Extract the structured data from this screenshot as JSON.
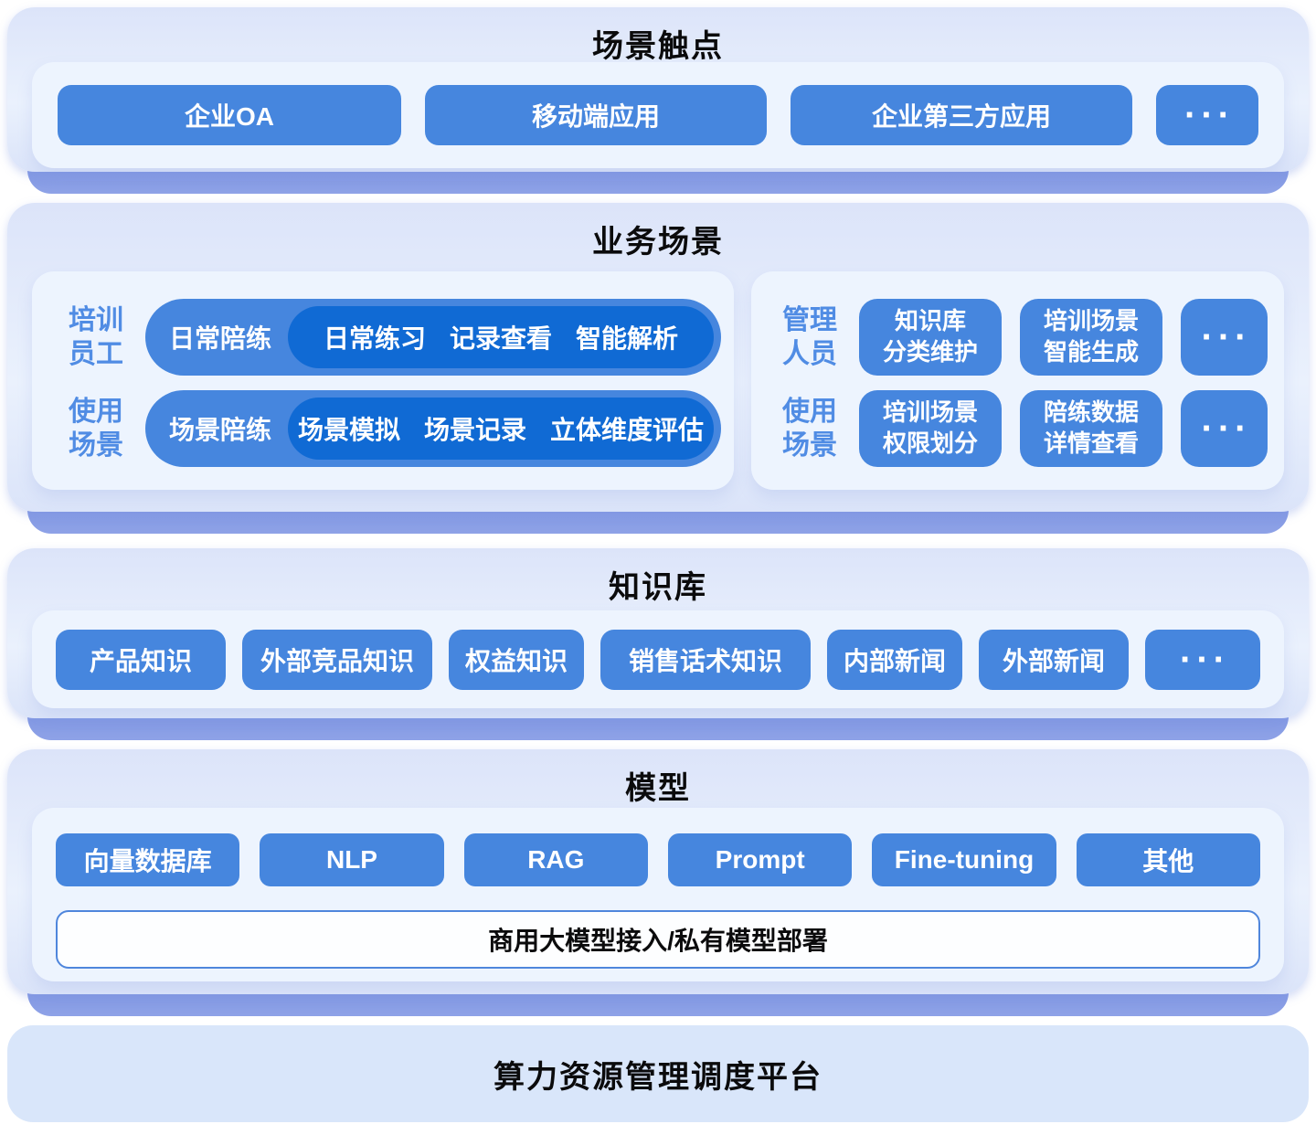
{
  "layer1": {
    "title": "场景触点",
    "buttons": [
      "企业OA",
      "移动端应用",
      "企业第三方应用",
      "···"
    ]
  },
  "layer2": {
    "title": "业务场景",
    "left": {
      "row1": {
        "label1": "培训",
        "label2": "员工",
        "pill": "日常陪练",
        "items": [
          "日常练习",
          "记录查看",
          "智能解析"
        ]
      },
      "row2": {
        "label1": "使用",
        "label2": "场景",
        "pill": "场景陪练",
        "items": [
          "场景模拟",
          "场景记录",
          "立体维度评估"
        ]
      }
    },
    "right": {
      "row1": {
        "label1": "管理",
        "label2": "人员",
        "btn1": [
          "知识库",
          "分类维护"
        ],
        "btn2": [
          "培训场景",
          "智能生成"
        ],
        "more": "···"
      },
      "row2": {
        "label1": "使用",
        "label2": "场景",
        "btn1": [
          "培训场景",
          "权限划分"
        ],
        "btn2": [
          "陪练数据",
          "详情查看"
        ],
        "more": "···"
      }
    }
  },
  "layer3": {
    "title": "知识库",
    "buttons": [
      "产品知识",
      "外部竞品知识",
      "权益知识",
      "销售话术知识",
      "内部新闻",
      "外部新闻",
      "···"
    ]
  },
  "layer4": {
    "title": "模型",
    "buttons": [
      "向量数据库",
      "NLP",
      "RAG",
      "Prompt",
      "Fine-tuning",
      "其他"
    ],
    "bar": "商用大模型接入/私有模型部署"
  },
  "layer5": {
    "title": "算力资源管理调度平台"
  },
  "colors": {
    "button_blue": "#4686DE",
    "deep_pill_blue": "#106AD4",
    "panel_white": "#EDF4FE",
    "card_gradient_top": "#DCE4F9",
    "card_gradient_mid": "#EAF1FD",
    "edge_band": "#8298E3",
    "side_label_blue": "#508CE4",
    "bottom_layer_bg": "#D9E6FA",
    "title_text": "#0B0B0C"
  }
}
